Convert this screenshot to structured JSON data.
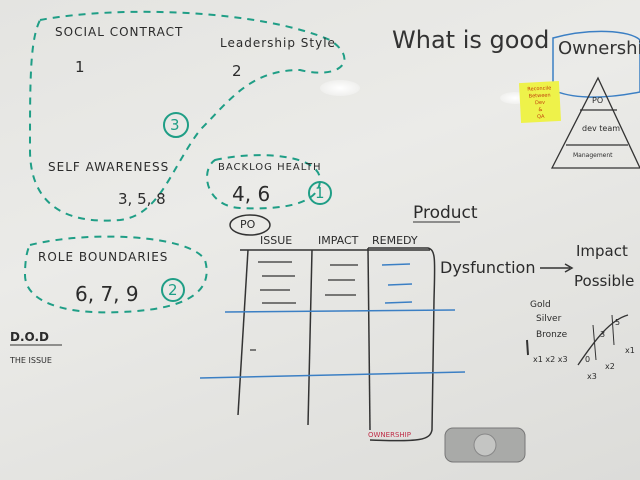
{
  "title": {
    "prefix": "What is good",
    "highlight": "Ownership?"
  },
  "sticky_note": {
    "lines": [
      "Reconcile",
      "Between",
      "Dev",
      "&",
      "QA"
    ],
    "color": "#eef24a"
  },
  "pyramid": [
    "PO",
    "dev team",
    "Management"
  ],
  "groups": {
    "social_contract": {
      "label": "Social Contract",
      "value": "1"
    },
    "leadership_style": {
      "label": "Leadership Style",
      "value": "2"
    },
    "cluster_number": "3",
    "self_awareness": {
      "label": "Self Awareness",
      "value": "3, 5, 8"
    },
    "backlog_health": {
      "label": "Backlog Health",
      "value": "4, 6",
      "number": "1",
      "note": "PO"
    },
    "role_boundaries": {
      "label": "Role Boundaries",
      "value": "6, 7, 9",
      "number": "2"
    }
  },
  "dod": {
    "label": "D.O.D",
    "sub": "The Issue"
  },
  "table": {
    "headers": [
      "Issue",
      "Impact",
      "Remedy"
    ],
    "footer": "Ownership"
  },
  "product": {
    "label": "Product",
    "dysfunction": "Dysfunction",
    "impact": [
      "Impact",
      "Possible"
    ]
  },
  "medals": {
    "levels": [
      "Gold",
      "Silver",
      "Bronze"
    ],
    "multipliers": "x1 x2 x3"
  },
  "curve": {
    "labels": [
      "0",
      "3",
      "5"
    ],
    "multipliers": [
      "x3",
      "x2",
      "x1"
    ]
  },
  "colors": {
    "green_marker": "#1f9e86",
    "blue_marker": "#3b7fc4",
    "red_marker": "#c0304a"
  }
}
